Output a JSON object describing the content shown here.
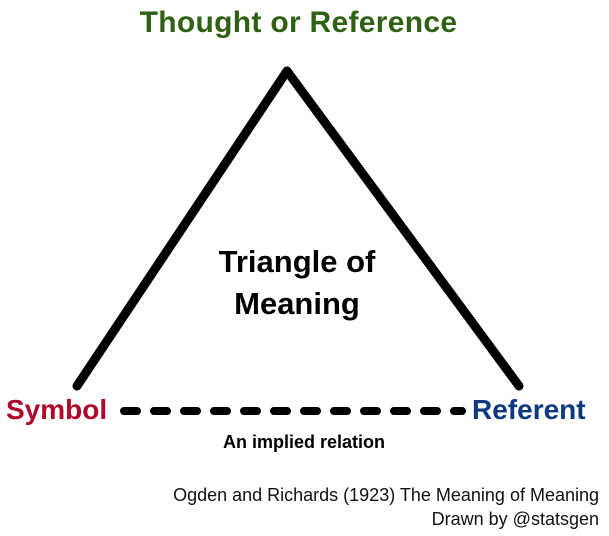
{
  "nodes": {
    "top": {
      "label": "Thought or Reference",
      "color": "#2f6113"
    },
    "left": {
      "label": "Symbol",
      "color": "#b0082a"
    },
    "right": {
      "label": "Referent",
      "color": "#0c3a7d"
    }
  },
  "center": {
    "label": "Triangle of Meaning"
  },
  "edges": {
    "solid_sides": [
      "Symbol–Thought or Reference",
      "Thought or Reference–Referent"
    ],
    "dashed_base": {
      "style": "dashed",
      "label": "An implied relation"
    }
  },
  "caption": {
    "line1": "Ogden and Richards (1923) The Meaning of Meaning",
    "line2": "Drawn by @statsgen"
  },
  "colors": {
    "line": "#000000",
    "background": "#ffffff"
  }
}
